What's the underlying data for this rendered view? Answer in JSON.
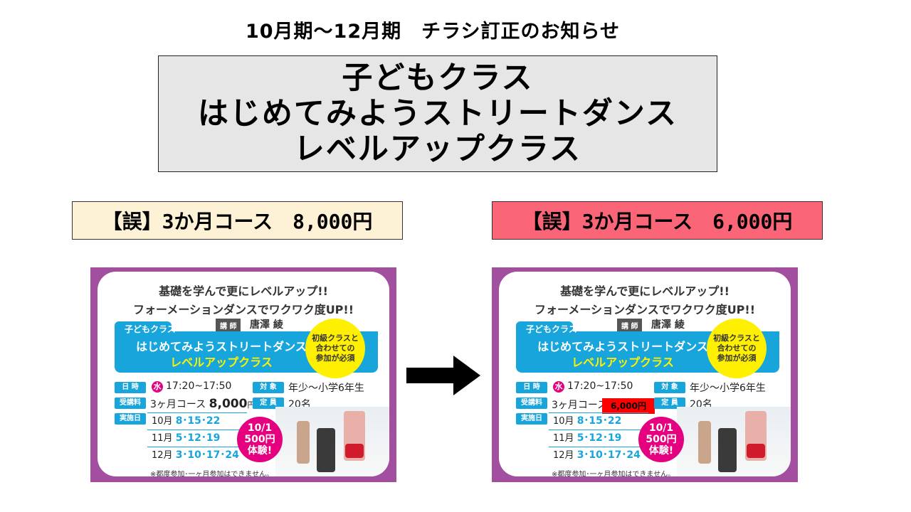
{
  "notice_title": "10月期～12月期　チラシ訂正のお知らせ",
  "class_names": [
    "子どもクラス",
    "はじめてみようストリートダンス",
    "レベルアップクラス"
  ],
  "label_left": "【誤】3か月コース　8,000円",
  "label_right": "【誤】3か月コース　6,000円",
  "flyer": {
    "headline1": "基礎を学んで更にレベルアップ!!",
    "headline2": "フォーメーションダンスでワクワク度UP!!",
    "teacher_tag": "講 師",
    "teacher_name": "唐澤 綾",
    "kids_label": "子どもクラス",
    "title_line1": "はじめてみようストリートダンス",
    "title_line2": "レベルアップクラス",
    "badge_lines": [
      "初級クラスと",
      "合わせての",
      "参加が必須"
    ],
    "tag_schedule": "日 時",
    "weekday": "水",
    "time": "17:20~17:50",
    "tag_target": "対 象",
    "target": "年少～小学6年生",
    "tag_fee": "受講料",
    "course": "3ヶ月コース",
    "price_wrong": "8,000",
    "price_yen": "円",
    "price_correct": "6,000円",
    "tag_capacity": "定 員",
    "capacity": "20名",
    "tag_dates": "実施日",
    "months": [
      {
        "month": "10月",
        "days": "8･15･22"
      },
      {
        "month": "11月",
        "days": "5･12･19"
      },
      {
        "month": "12月",
        "days": "3･10･17･24"
      }
    ],
    "trial_lines": [
      "10/1",
      "500円",
      "体験!"
    ],
    "note": "※都度参加･一ヶ月参加はできません。"
  },
  "colors": {
    "purple_frame": "#a24f9f",
    "blue": "#17a5dc",
    "magenta": "#e4007f",
    "yellow": "#ffef00",
    "pink_label": "#fb6578",
    "cream_label": "#fef2d6"
  }
}
